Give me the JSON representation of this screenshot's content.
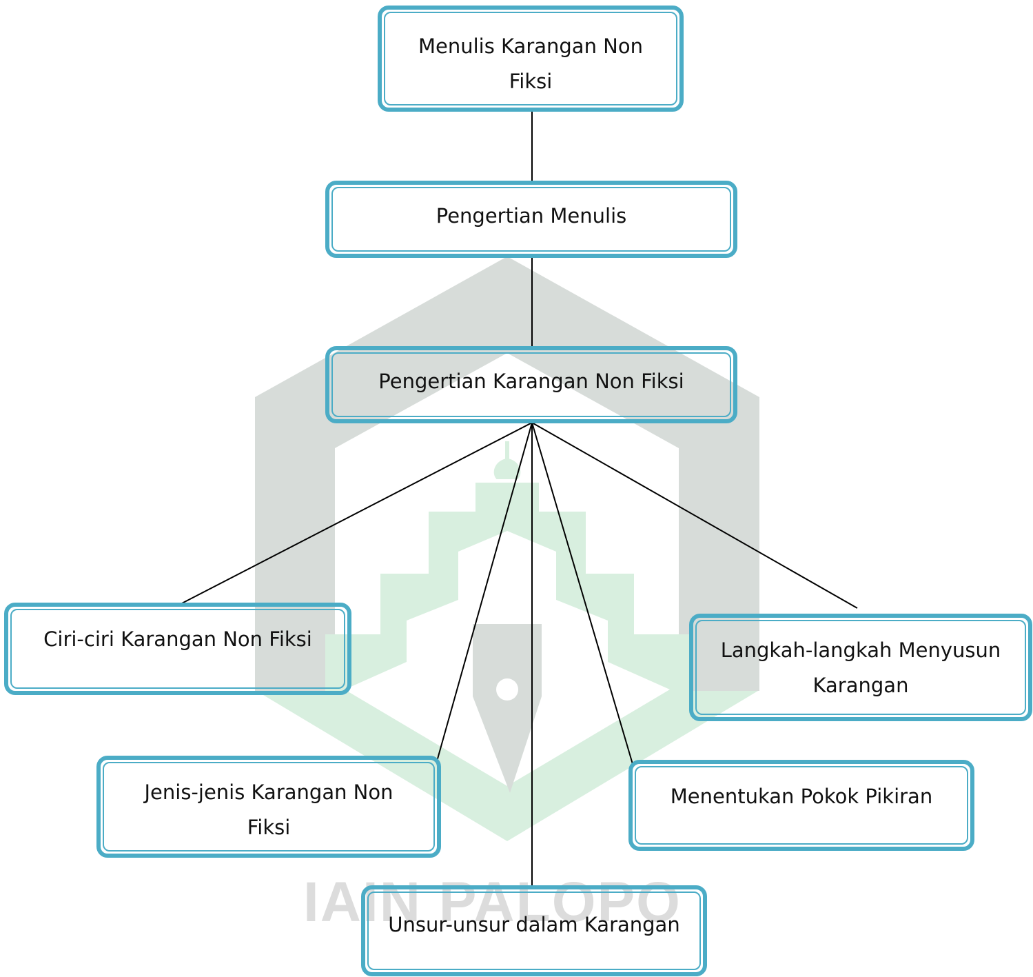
{
  "diagram": {
    "root": "Menulis Karangan Non Fiksi",
    "level2": "Pengertian Menulis",
    "level3": "Pengertian Karangan Non Fiksi",
    "branches": {
      "ciri": "Ciri-ciri Karangan Non Fiksi",
      "jenis": "Jenis-jenis Karangan Non Fiksi",
      "unsur": "Unsur-unsur dalam Karangan",
      "pokok": "Menentukan Pokok Pikiran",
      "langkah": "Langkah-langkah Menyusun Karangan"
    }
  },
  "watermark": {
    "text": "IAIN PALOPO"
  },
  "colors": {
    "box_border": "#4bacc6",
    "line": "#000000",
    "watermark_gray": "#d7dcd9",
    "watermark_green": "#d8efdf"
  }
}
